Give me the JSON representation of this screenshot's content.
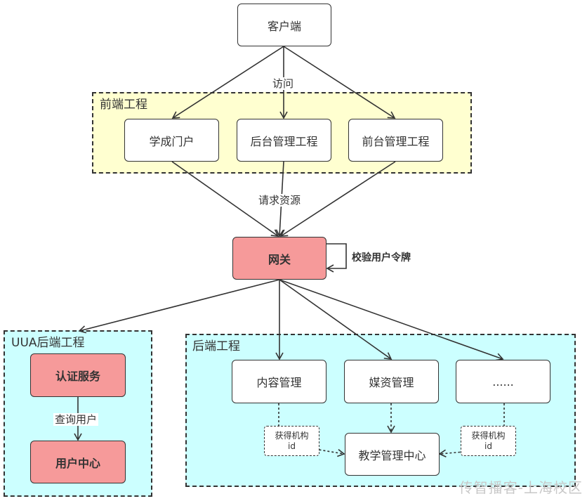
{
  "groups": {
    "frontend": "前端工程",
    "uua": "UUA后端工程",
    "backend": "后端工程"
  },
  "nodes": {
    "client": "客户端",
    "portal": "学成门户",
    "admin_backend": "后台管理工程",
    "admin_frontend": "前台管理工程",
    "gateway": "网关",
    "auth": "认证服务",
    "user_center": "用户中心",
    "content": "内容管理",
    "media": "媒资管理",
    "more": "......",
    "teaching_center": "教学管理中心"
  },
  "edge_labels": {
    "visit": "访问",
    "request": "请求资源",
    "verify_token": "校验用户令牌",
    "query_user": "查询用户"
  },
  "tags": {
    "get_org_left_line1": "获得机构",
    "get_org_left_line2": "id",
    "get_org_right_line1": "获得机构",
    "get_org_right_line2": "id"
  },
  "watermark": "传智播客-上海校区",
  "colors": {
    "frontend_bg": "#ffffd0",
    "backend_bg": "#ccffff",
    "red_node": "#f69a9a"
  }
}
